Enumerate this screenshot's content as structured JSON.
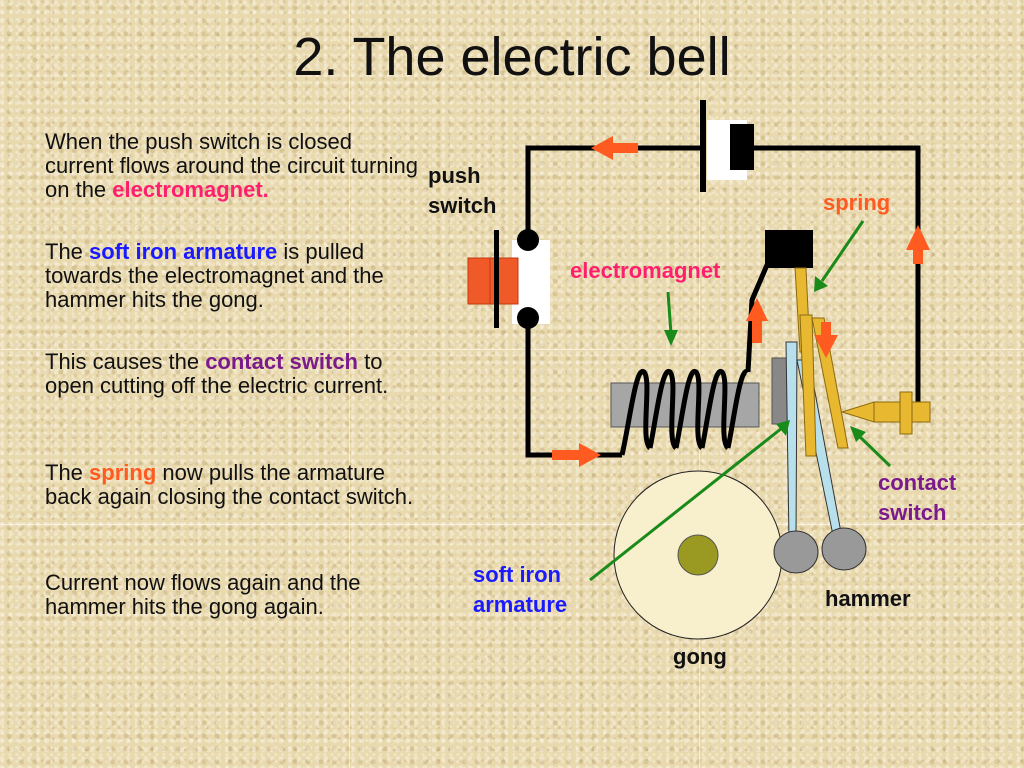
{
  "title": "2. The electric bell",
  "colors": {
    "electromagnet": "#ff1f6e",
    "armature": "#1a1aff",
    "contact_switch": "#7a1a8c",
    "spring": "#ff5a1f",
    "arrow": "#ff5a1f",
    "pointer": "#1a8a1a"
  },
  "paragraphs": [
    {
      "pre": "When the push switch is closed current flows around the circuit turning on the ",
      "key": "electromagnet.",
      "post": ""
    },
    {
      "pre": "The ",
      "key": "soft iron armature",
      "post": " is pulled towards the electromagnet and the hammer hits the gong."
    },
    {
      "pre": "This causes the ",
      "key": "contact switch",
      "post": " to open cutting off the electric current."
    },
    {
      "pre": "The ",
      "key": "spring",
      "post": " now pulls the armature back again closing the contact switch."
    },
    {
      "pre": "Current now flows again and the hammer hits the gong again.",
      "key": "",
      "post": ""
    }
  ],
  "labels": {
    "push_switch_1": "push",
    "push_switch_2": "switch",
    "spring": "spring",
    "electromagnet": "electromagnet",
    "contact_switch_1": "contact",
    "contact_switch_2": "switch",
    "soft_iron_armature_1": "soft iron",
    "soft_iron_armature_2": "armature",
    "hammer": "hammer",
    "gong": "gong"
  }
}
